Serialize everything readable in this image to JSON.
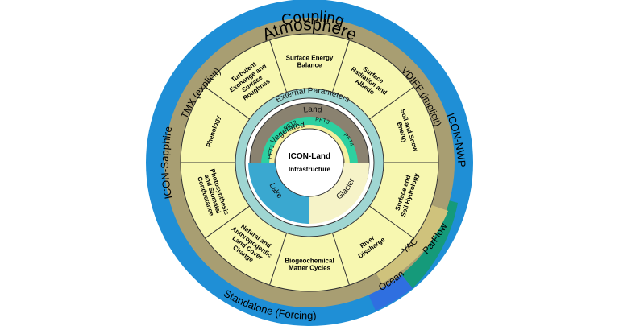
{
  "outer_ring": {
    "title": "Atmosphere",
    "left": "ICON-Sapphire",
    "right": "ICON-NWP",
    "bottom": "Standalone (Forcing)",
    "ocean": "Ocean",
    "parflow": "ParFlow",
    "yac": "YAC"
  },
  "coupling_ring": {
    "title": "Coupling",
    "left": "TMX (explicit)",
    "right": "VDIFF (implicit)"
  },
  "processes": [
    "Surface Energy Balance",
    "Surface Radiation and Albedo",
    "Soil and Snow Energy",
    "Surface and Soil Hydrology",
    "River Discharge",
    "Biogeochemical Matter Cycles",
    "Natural and Anthropogentic Land Cover Change",
    "Photosynthesis and Stomatal Conductance",
    "Phenology",
    "Turbulent Exchange and Surface Roughnss"
  ],
  "inner": {
    "external_parameters": "External Parameters",
    "land": "Land",
    "vegetated": "Vegetated",
    "pfts": [
      "PFT1",
      "PFT2",
      "PFT3",
      "PFT4"
    ],
    "lake": "Lake",
    "glacier": "Glacier",
    "center_line1": "ICON-Land",
    "center_line2": "Infrastructure"
  },
  "colors": {
    "atmosphere": "#1f8fd6",
    "coupling": "#a89e72",
    "process_fill": "#f7f7b0",
    "external_params": "#9fd6d2",
    "land": "#8a8270",
    "vegetated": "#2dd0a0",
    "lake": "#3aa8d0",
    "glacier": "#f6f3c8",
    "ocean": "#2f6fe0",
    "parflow": "#159a7a",
    "yac": "#cfc27c"
  }
}
